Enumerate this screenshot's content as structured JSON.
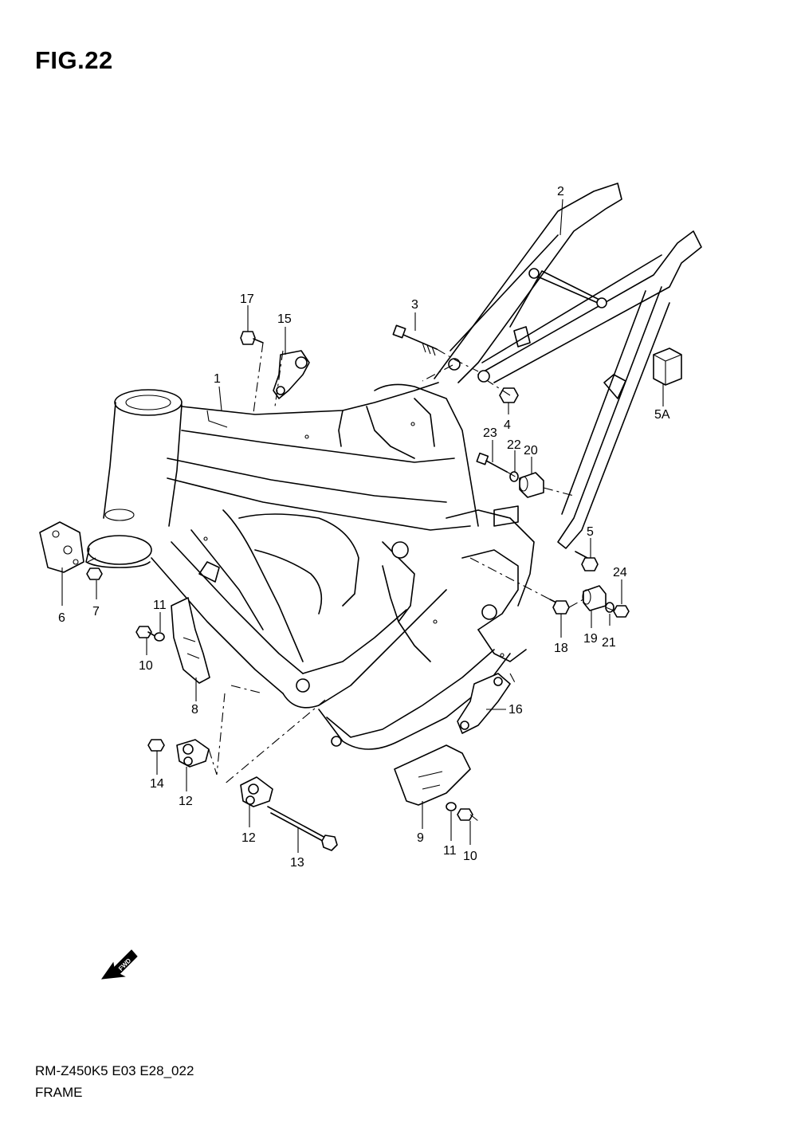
{
  "header": {
    "figure_title": "FIG.22"
  },
  "footer": {
    "model_code": "RM-Z450K5 E03 E28_022",
    "section_name": "FRAME"
  },
  "direction_indicator": {
    "label": "FWD",
    "icon": "fwd-arrow-icon"
  },
  "callouts": [
    {
      "id": "c1",
      "label": "1"
    },
    {
      "id": "c2",
      "label": "2"
    },
    {
      "id": "c3",
      "label": "3"
    },
    {
      "id": "c4",
      "label": "4"
    },
    {
      "id": "c5",
      "label": "5"
    },
    {
      "id": "c5a",
      "label": "5A"
    },
    {
      "id": "c6",
      "label": "6"
    },
    {
      "id": "c7",
      "label": "7"
    },
    {
      "id": "c8",
      "label": "8"
    },
    {
      "id": "c9",
      "label": "9"
    },
    {
      "id": "c10a",
      "label": "10"
    },
    {
      "id": "c10b",
      "label": "10"
    },
    {
      "id": "c11a",
      "label": "11"
    },
    {
      "id": "c11b",
      "label": "11"
    },
    {
      "id": "c12a",
      "label": "12"
    },
    {
      "id": "c12b",
      "label": "12"
    },
    {
      "id": "c13",
      "label": "13"
    },
    {
      "id": "c14",
      "label": "14"
    },
    {
      "id": "c15",
      "label": "15"
    },
    {
      "id": "c16",
      "label": "16"
    },
    {
      "id": "c17",
      "label": "17"
    },
    {
      "id": "c18",
      "label": "18"
    },
    {
      "id": "c19",
      "label": "19"
    },
    {
      "id": "c20",
      "label": "20"
    },
    {
      "id": "c21",
      "label": "21"
    },
    {
      "id": "c22",
      "label": "22"
    },
    {
      "id": "c23",
      "label": "23"
    },
    {
      "id": "c24",
      "label": "24"
    }
  ]
}
